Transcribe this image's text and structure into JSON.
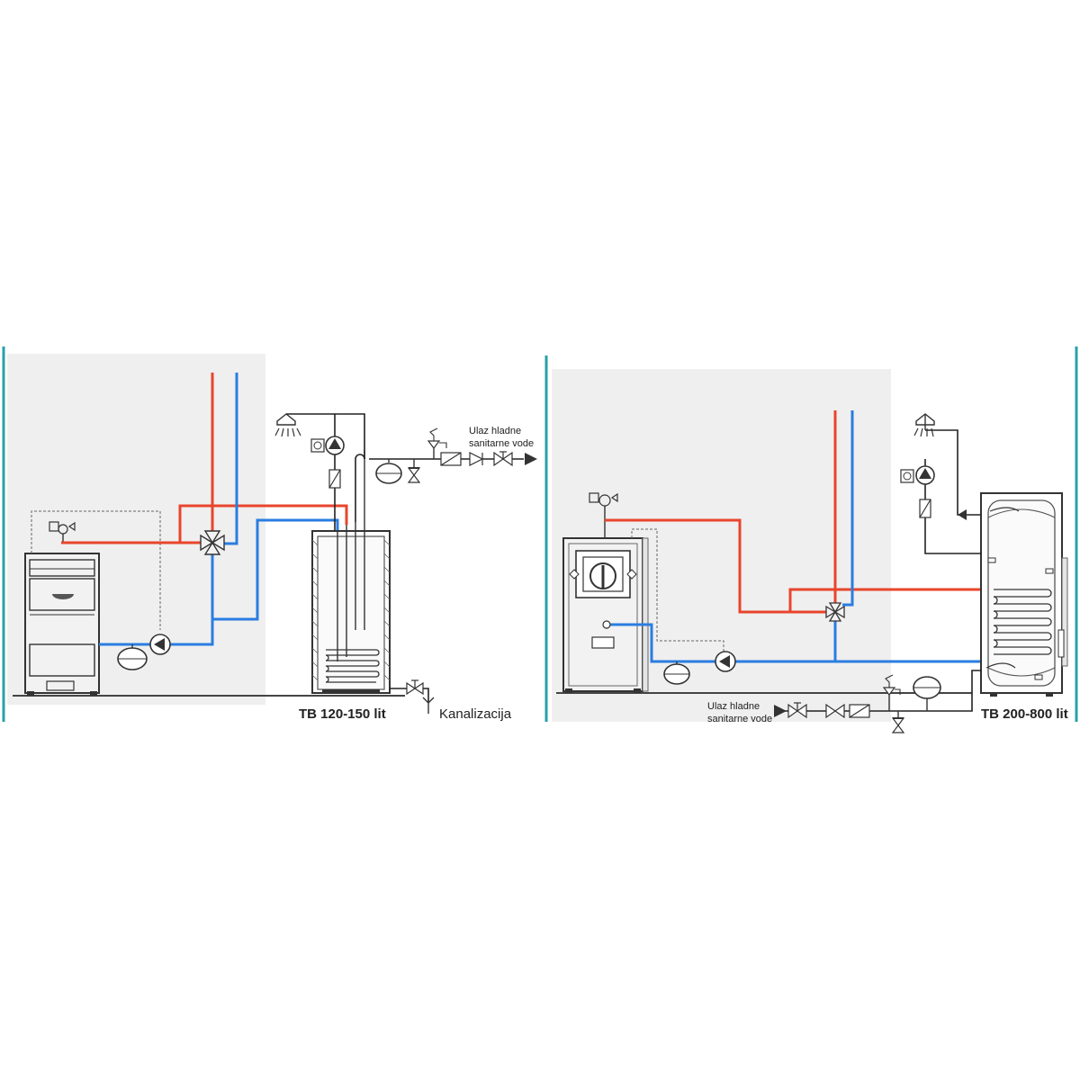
{
  "labels": {
    "left_inlet": [
      "Ulaz hladne",
      "sanitarne vode"
    ],
    "left_tank": "TB 120-150 lit",
    "drain": "Kanalizacija",
    "right_inlet": [
      "Ulaz hladne",
      "sanitarne vode"
    ],
    "right_tank": "TB 200-800 lit"
  },
  "colors": {
    "hot_pipe": "#e8452c",
    "cold_pipe": "#2a7de1",
    "panel_divider": "#2aa0a8",
    "room_fill": "#efefef"
  }
}
